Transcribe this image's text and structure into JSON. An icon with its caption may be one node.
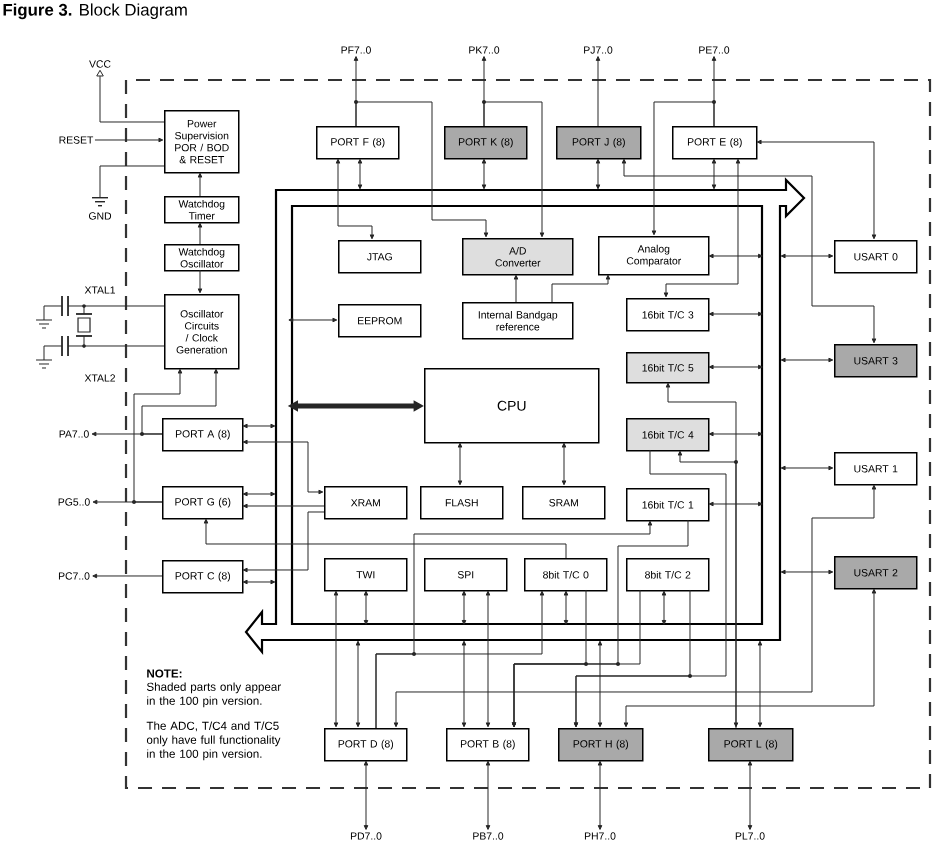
{
  "diagram": {
    "title": "**Figure 3.** Block Diagram",
    "nodes": [
      {
        "text": [
          "PF7..0"
        ]
      },
      {
        "text": [
          "PK7..0"
        ]
      },
      {
        "text": [
          "PJ7..0"
        ]
      },
      {
        "text": [
          "PE7..0"
        ]
      },
      {
        "text": [
          "VCC"
        ]
      },
      {
        "text": [
          "Power Supervision POR / BOD & RESET"
        ]
      },
      {
        "text": [
          "RESET"
        ]
      },
      {
        "text": [
          "PORT F (8)"
        ]
      },
      {
        "text": [
          "PORT K (8)"
        ]
      },
      {
        "text": [
          "PORT J (8)"
        ]
      },
      {
        "text": [
          "PORT E (8)"
        ]
      },
      {
        "text": [
          "GND"
        ]
      },
      {
        "text": [],
        "shape": "arrow"
      },
      {
        "text": [
          "Watchdog Timer"
        ]
      },
      {
        "text": [
          "JTAG"
        ],
        "in": 12
      },
      {
        "text": [
          "A/D Converter"
        ],
        "in": 12
      },
      {
        "text": [
          "Analog Comparator"
        ],
        "in": 12
      },
      {
        "text": [
          "USART 0"
        ]
      },
      {
        "text": [
          "Watchdog Oscillator"
        ]
      },
      {
        "text": [],
        "shape": "picture"
      },
      {
        "text": [
          "Oscillator Circuits / Clock Generation"
        ]
      },
      {
        "text": [
          "EEPROM"
        ],
        "in": 12
      },
      {
        "text": [
          "Internal Bandgap reference"
        ],
        "in": 12
      },
      {
        "text": [
          "16bit T/C 3"
        ],
        "in": 12
      },
      {
        "text": [
          "USART 3"
        ]
      },
      {
        "text": [
          "16bit T/C 5"
        ],
        "in": 12
      },
      {
        "text": [
          "CPU"
        ],
        "in": 12
      },
      {
        "text": [
          "PA7..0"
        ]
      },
      {
        "text": [
          "PORT A (8)"
        ]
      },
      {
        "text": [
          "16bit T/C 4"
        ],
        "in": 12
      },
      {
        "text": [
          "USART 1"
        ]
      },
      {
        "text": [
          "PG5..0"
        ]
      },
      {
        "text": [
          "PORT G (6)"
        ]
      },
      {
        "text": [
          "XRAM"
        ],
        "in": 12
      },
      {
        "text": [
          "FLASH"
        ],
        "in": 12
      },
      {
        "text": [
          "SRAM"
        ],
        "in": 12
      },
      {
        "text": [
          "16bit T/C 1"
        ],
        "in": 12
      },
      {
        "text": [
          "PC7..0"
        ]
      },
      {
        "text": [
          "PORT C (8)"
        ]
      },
      {
        "text": [
          "TWI"
        ],
        "in": 12
      },
      {
        "text": [
          "SPI"
        ],
        "in": 12
      },
      {
        "text": [
          "8bit T/C 0"
        ],
        "in": 12
      },
      {
        "text": [
          "8bit T/C 2"
        ],
        "in": 12
      },
      {
        "text": [
          "USART 2"
        ]
      },
      {
        "text": [
          "PORT D (8)"
        ]
      },
      {
        "text": [
          "PORT B (8)"
        ]
      },
      {
        "text": [
          "PORT H (8)"
        ]
      },
      {
        "text": [
          "PORT L (8)"
        ]
      },
      {
        "text": [
          "PD7..0"
        ]
      },
      {
        "text": [
          "PB7..0"
        ]
      },
      {
        "text": [
          "PH7..0"
        ]
      },
      {
        "text": [
          "PL7..0"
        ]
      }
    ],
    "edges": [
      {
        "from": 7,
        "to": 0,
        "arrow": "to"
      },
      {
        "from": 8,
        "to": 1,
        "arrow": "to"
      },
      {
        "from": 9,
        "to": 2,
        "arrow": "to"
      },
      {
        "from": 10,
        "to": 3,
        "arrow": "to"
      },
      {
        "from": 6,
        "to": 5,
        "arrow": "to"
      },
      {
        "from": 5,
        "to": 4,
        "arrow": "to"
      },
      {
        "from": 5,
        "to": 11,
        "arrow": "none"
      },
      {
        "from": 13,
        "to": 5,
        "arrow": "to"
      },
      {
        "from": 18,
        "to": 13,
        "arrow": "to"
      },
      {
        "from": 18,
        "to": 20,
        "arrow": "to"
      },
      {
        "from": 20,
        "to": 19,
        "arrow": "none",
        "label": "XTAL1"
      },
      {
        "from": 20,
        "to": 19,
        "arrow": "none",
        "label": "XTAL2"
      },
      {
        "from": 7,
        "to": 12,
        "arrow": "both"
      },
      {
        "from": 7,
        "to": 14,
        "arrow": "both"
      },
      {
        "from": 7,
        "to": 15,
        "arrow": "to"
      },
      {
        "from": 8,
        "to": 12,
        "arrow": "both"
      },
      {
        "from": 8,
        "to": 15,
        "arrow": "to"
      },
      {
        "from": 9,
        "to": 12,
        "arrow": "both"
      },
      {
        "from": 9,
        "to": 24,
        "arrow": "both"
      },
      {
        "from": 10,
        "to": 12,
        "arrow": "both"
      },
      {
        "from": 10,
        "to": 16,
        "arrow": "to"
      },
      {
        "from": 10,
        "to": 17,
        "arrow": "both"
      },
      {
        "from": 10,
        "to": 23,
        "arrow": "both"
      },
      {
        "from": 22,
        "to": 15,
        "arrow": "to"
      },
      {
        "from": 22,
        "to": 16,
        "arrow": "to"
      },
      {
        "from": 16,
        "to": 12,
        "arrow": "both"
      },
      {
        "from": 23,
        "to": 12,
        "arrow": "both"
      },
      {
        "from": 25,
        "to": 12,
        "arrow": "both"
      },
      {
        "from": 29,
        "to": 12,
        "arrow": "both"
      },
      {
        "from": 36,
        "to": 12,
        "arrow": "both"
      },
      {
        "from": 17,
        "to": 12,
        "arrow": "both"
      },
      {
        "from": 24,
        "to": 12,
        "arrow": "both"
      },
      {
        "from": 30,
        "to": 12,
        "arrow": "both"
      },
      {
        "from": 43,
        "to": 12,
        "arrow": "both"
      },
      {
        "from": 21,
        "to": 12,
        "arrow": "both"
      },
      {
        "from": 26,
        "to": 12,
        "arrow": "both",
        "style": "thick"
      },
      {
        "from": 26,
        "to": 34,
        "arrow": "both"
      },
      {
        "from": 26,
        "to": 35,
        "arrow": "both"
      },
      {
        "from": 28,
        "to": 27,
        "arrow": "to"
      },
      {
        "from": 32,
        "to": 31,
        "arrow": "to"
      },
      {
        "from": 38,
        "to": 37,
        "arrow": "to"
      },
      {
        "from": 28,
        "to": 20,
        "arrow": "to"
      },
      {
        "from": 32,
        "to": 20,
        "arrow": "to"
      },
      {
        "from": 28,
        "to": 12,
        "arrow": "both"
      },
      {
        "from": 32,
        "to": 12,
        "arrow": "both"
      },
      {
        "from": 38,
        "to": 12,
        "arrow": "both"
      },
      {
        "from": 28,
        "to": 33,
        "arrow": "both"
      },
      {
        "from": 33,
        "to": 32,
        "arrow": "to"
      },
      {
        "from": 33,
        "to": 38,
        "arrow": "to"
      },
      {
        "from": 41,
        "to": 32,
        "arrow": "to"
      },
      {
        "from": 44,
        "to": 41,
        "arrow": "to"
      },
      {
        "from": 44,
        "to": 36,
        "arrow": "to"
      },
      {
        "from": 39,
        "to": 44,
        "arrow": "both"
      },
      {
        "from": 39,
        "to": 12,
        "arrow": "both"
      },
      {
        "from": 44,
        "to": 12,
        "arrow": "both"
      },
      {
        "from": 44,
        "to": 30,
        "arrow": "both"
      },
      {
        "from": 40,
        "to": 12,
        "arrow": "both"
      },
      {
        "from": 40,
        "to": 45,
        "arrow": "both"
      },
      {
        "from": 45,
        "to": 12,
        "arrow": "both"
      },
      {
        "from": 41,
        "to": 12,
        "arrow": "both"
      },
      {
        "from": 42,
        "to": 12,
        "arrow": "both"
      },
      {
        "from": 41,
        "to": 45,
        "arrow": "to"
      },
      {
        "from": 36,
        "to": 45,
        "arrow": "to"
      },
      {
        "from": 42,
        "to": 45,
        "arrow": "to"
      },
      {
        "from": 42,
        "to": 46,
        "arrow": "to"
      },
      {
        "from": 29,
        "to": 46,
        "arrow": "to"
      },
      {
        "from": 47,
        "to": 29,
        "arrow": "to"
      },
      {
        "from": 47,
        "to": 25,
        "arrow": "both"
      },
      {
        "from": 43,
        "to": 46,
        "arrow": "both"
      },
      {
        "from": 46,
        "to": 12,
        "arrow": "both"
      },
      {
        "from": 47,
        "to": 12,
        "arrow": "both"
      },
      {
        "from": 44,
        "to": 48,
        "arrow": "both"
      },
      {
        "from": 45,
        "to": 49,
        "arrow": "both"
      },
      {
        "from": 46,
        "to": 50,
        "arrow": "both"
      },
      {
        "from": 47,
        "to": 51,
        "arrow": "both"
      }
    ],
    "labels": [
      "NOTE:",
      "Shaded parts only appear in the 100 pin version.",
      "The ADC, T/C4 and T/C5 only have full functionality in the 100 pin version."
    ]
  }
}
